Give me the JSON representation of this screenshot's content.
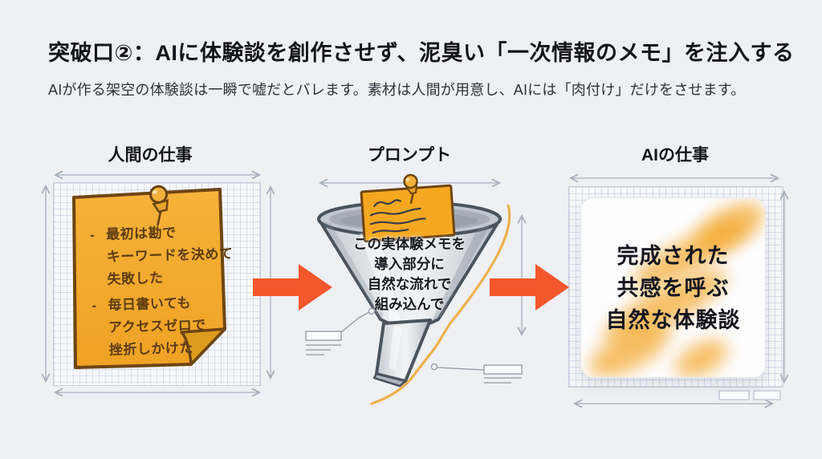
{
  "header": {
    "title": "突破口②：AIに体験談を創作させず、泥臭い「一次情報のメモ」を注入する",
    "subtitle": "AIが作る架空の体験談は一瞬で嘘だとバレます。素材は人間が用意し、AIには「肉付け」だけをさせます。"
  },
  "columns": {
    "human": {
      "label": "人間の仕事"
    },
    "prompt": {
      "label": "プロンプト"
    },
    "ai": {
      "label": "AIの仕事"
    }
  },
  "sticky_note": {
    "groups": [
      {
        "bullet": "-",
        "lines": [
          "最初は勘で",
          "キーワードを決めて",
          "失敗した"
        ]
      },
      {
        "bullet": "-",
        "lines": [
          "毎日書いても",
          "アクセスゼロで",
          "挫折しかけた"
        ]
      }
    ]
  },
  "funnel": {
    "instruction_lines": [
      "この実体験メモを",
      "導入部分に",
      "自然な流れで",
      "組み込んで"
    ]
  },
  "result_card": {
    "lines": [
      "完成された",
      "共感を呼ぶ",
      "自然な体験談"
    ]
  },
  "icons": {
    "pin": "push-pin-icon",
    "flow_arrow": "flow-arrow-icon",
    "funnel": "funnel-icon"
  },
  "colors": {
    "background": "#EFF0F4",
    "ink": "#14141D",
    "arrow_orange": "#F4572B",
    "note_orange": "#F2A62C",
    "note_border": "#6E4513",
    "note_text": "#5C3C10",
    "funnel_outline": "#4A545F",
    "accent_line": "#EDB04C",
    "dimension_line": "#A8AEBC",
    "card_background": "#FDFDFE",
    "highlight": "#F4A72A"
  }
}
